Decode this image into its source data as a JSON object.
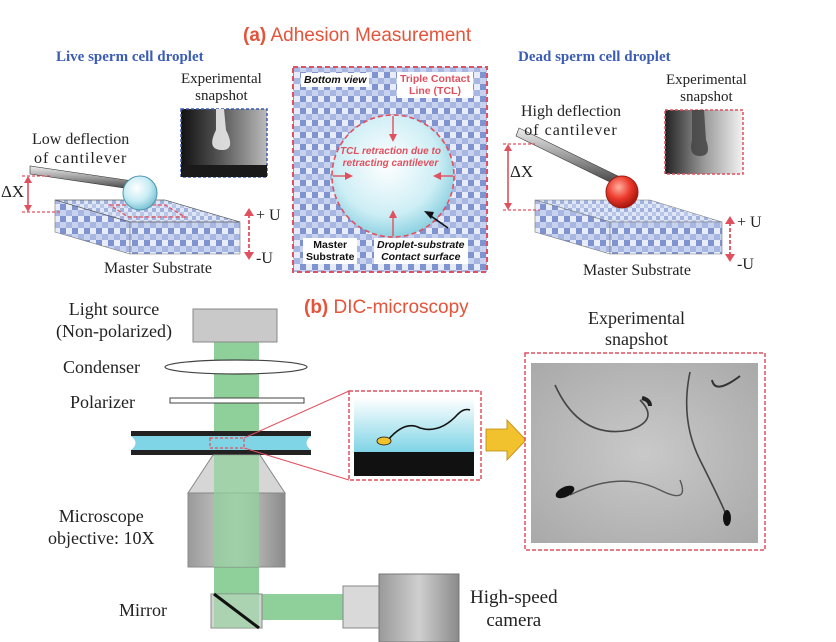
{
  "panel_a": {
    "title_letter": "(a)",
    "title_text": "Adhesion Measurement",
    "live_title": "Live sperm cell droplet",
    "dead_title": "Dead sperm cell droplet",
    "exp_snapshot_left_1": "Experimental",
    "exp_snapshot_left_2": "snapshot",
    "exp_snapshot_right_1": "Experimental",
    "exp_snapshot_right_2": "snapshot",
    "low_deflection_1": "Low deflection",
    "low_deflection_2": "of cantilever",
    "high_deflection_1": "High deflection",
    "high_deflection_2": "of cantilever",
    "delta_x_left": "ΔX",
    "delta_x_right": "ΔX",
    "plus_u_left": "+ U",
    "minus_u_left": "-U",
    "plus_u_right": "+ U",
    "minus_u_right": "-U",
    "master_substrate_left": "Master Substrate",
    "master_substrate_right": "Master Substrate",
    "bottom_view": "Bottom view",
    "tcl_1": "Triple Contact",
    "tcl_2": "Line (TCL)",
    "tcl_retraction_1": "TCL retraction due to",
    "tcl_retraction_2": "retracting cantilever",
    "center_master_1": "Master",
    "center_master_2": "Substrate",
    "contact_1": "Droplet-substrate",
    "contact_2": "Contact surface"
  },
  "panel_b": {
    "title_letter": "(b)",
    "title_text": "DIC-microscopy",
    "light_source_1": "Light source",
    "light_source_2": "(Non-polarized)",
    "condenser": "Condenser",
    "polarizer": "Polarizer",
    "objective_1": "Microscope",
    "objective_2": "objective: 10X",
    "mirror": "Mirror",
    "camera_1": "High-speed",
    "camera_2": "camera",
    "exp_snapshot_1": "Experimental",
    "exp_snapshot_2": "snapshot"
  },
  "colors": {
    "dashed_red": "#e0505e",
    "dashed_blue": "#3b5db3",
    "beam_green": "#8fd09a",
    "live_droplet": "#bfe6f0",
    "dead_droplet": "#e8352b",
    "arrow_yellow": "#f2c12e"
  }
}
